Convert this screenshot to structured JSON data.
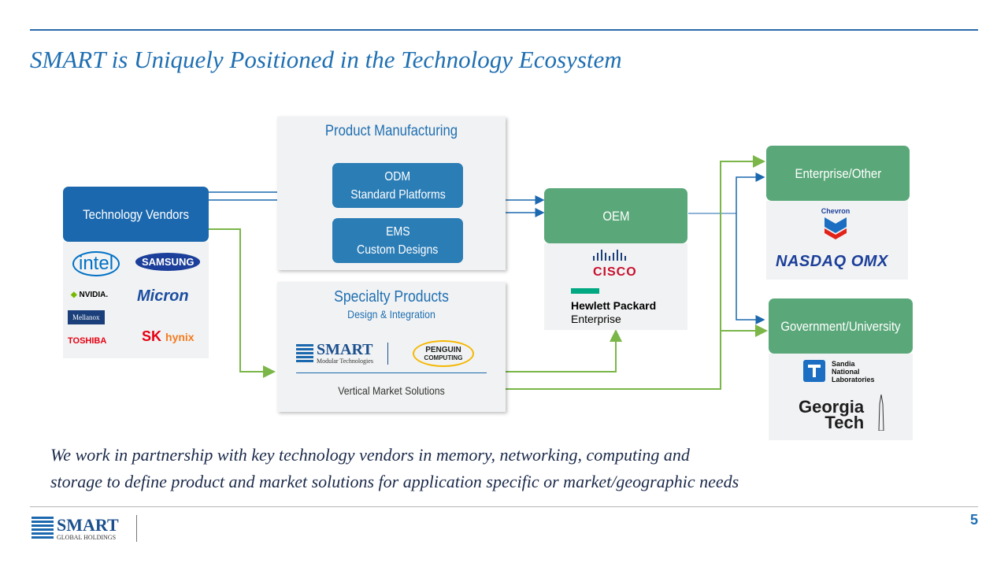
{
  "slide": {
    "title": "SMART is Uniquely Positioned in the Technology Ecosystem",
    "page_number": "5",
    "caption_line1": "We work in partnership with key technology vendors in memory, networking, computing and",
    "caption_line2": "storage to define product and market solutions for application specific or market/geographic needs"
  },
  "vendors": {
    "label": "Technology Vendors",
    "logos": [
      "intel",
      "SAMSUNG",
      "NVIDIA.",
      "Micron",
      "Mellanox",
      "TOSHIBA",
      "SK",
      "hynix"
    ]
  },
  "manufacturing": {
    "title": "Product Manufacturing",
    "odm_line1": "ODM",
    "odm_line2": "Standard Platforms",
    "ems_line1": "EMS",
    "ems_line2": "Custom Designs"
  },
  "specialty": {
    "title": "Specialty Products",
    "subtitle": "Design & Integration",
    "smart_logo": "SMART",
    "smart_sub": "Modular Technologies",
    "penguin_line1": "PENGUIN",
    "penguin_line2": "COMPUTING",
    "footer": "Vertical Market Solutions"
  },
  "oem": {
    "label": "OEM",
    "cisco": "CISCO",
    "hpe_line1": "Hewlett Packard",
    "hpe_line2": "Enterprise"
  },
  "enterprise": {
    "label": "Enterprise/Other",
    "chevron": "Chevron",
    "nasdaq": "NASDAQ OMX"
  },
  "government": {
    "label": "Government/University",
    "sandia_line1": "Sandia",
    "sandia_line2": "National",
    "sandia_line3": "Laboratories",
    "georgia_line1": "Georgia",
    "georgia_line2": "Tech"
  },
  "footer": {
    "logo": "SMART",
    "logo_sub": "GLOBAL HOLDINGS"
  },
  "colors": {
    "title_blue": "#1f6fb2",
    "box_blue": "#1b68ae",
    "box_green": "#5aa87a",
    "arrow_green": "#7ab648"
  }
}
